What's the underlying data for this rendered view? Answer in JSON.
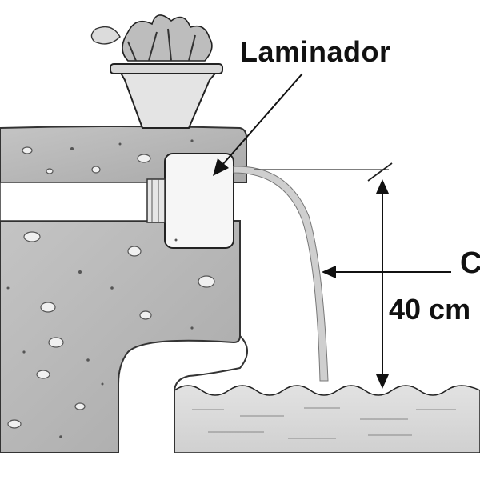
{
  "labels": {
    "laminador": "Laminador",
    "fall_label": "C",
    "height": "40 cm"
  },
  "colors": {
    "stone": "#b9b9b9",
    "stone_dark": "#8f8f8f",
    "water": "#dcdcdc",
    "line": "#222222",
    "stream": "#c8c8c8"
  },
  "icons": {
    "plant": "potted-plant-icon",
    "pebbles": "pebble-texture"
  }
}
